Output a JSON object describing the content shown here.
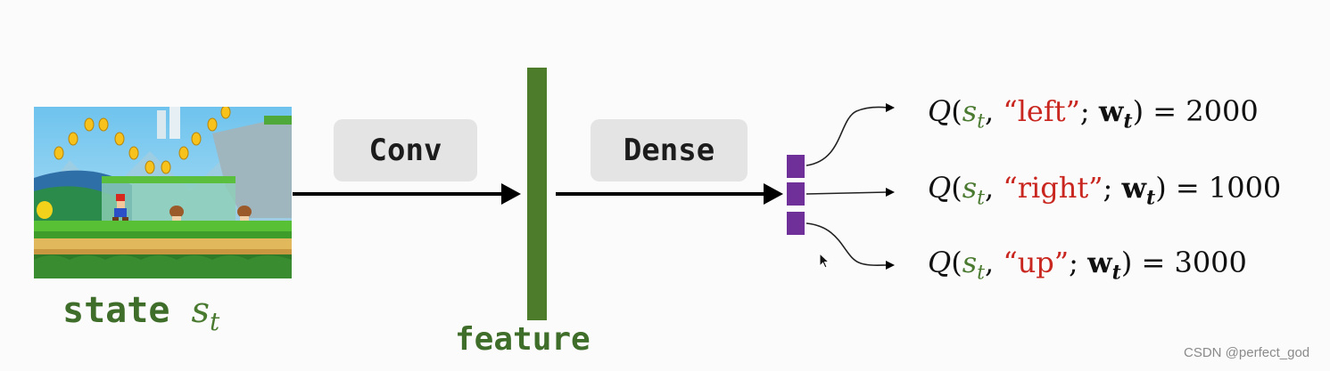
{
  "state": {
    "word": "state",
    "var": "s",
    "sub": "t"
  },
  "layers": {
    "conv": "Conv",
    "dense": "Dense"
  },
  "feature": {
    "label": "feature"
  },
  "outputs": [
    {
      "q": "Q",
      "s": "s",
      "s_sub": "t",
      "action": "“left”",
      "w": "w",
      "w_sub": "t",
      "value": "2000"
    },
    {
      "q": "Q",
      "s": "s",
      "s_sub": "t",
      "action": "“right”",
      "w": "w",
      "w_sub": "t",
      "value": "1000"
    },
    {
      "q": "Q",
      "s": "s",
      "s_sub": "t",
      "action": "“up”",
      "w": "w",
      "w_sub": "t",
      "value": "3000"
    }
  ],
  "watermark": "CSDN @perfect_god",
  "colors": {
    "green": "#4d7d2b",
    "purple": "#70309a",
    "action_red": "#c8261e",
    "box_gray": "#e4e4e4"
  },
  "icons": [
    "mouse-cursor-icon"
  ]
}
